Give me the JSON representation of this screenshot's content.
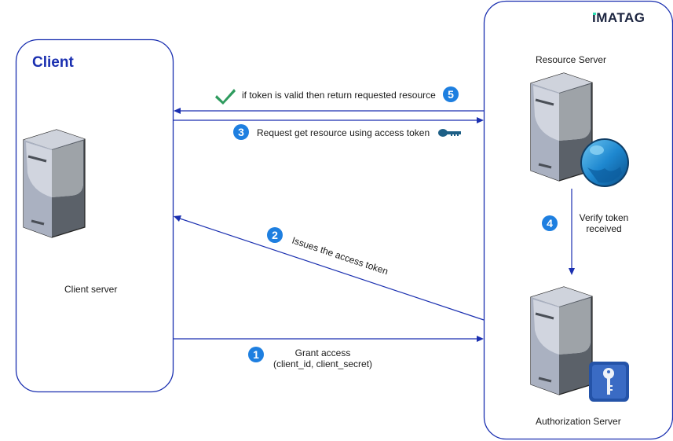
{
  "logo": {
    "text": "IMATAG",
    "accent_color": "#2ee0b4"
  },
  "containers": {
    "client": {
      "title": "Client"
    },
    "servers": {}
  },
  "nodes": {
    "client_server": {
      "label": "Client server",
      "icon": "server-icon"
    },
    "resource_server": {
      "label": "Resource Server",
      "icon": "server-icon",
      "badge_icon": "globe-icon"
    },
    "authorization_server": {
      "label": "Authorization Server",
      "icon": "server-icon",
      "badge_icon": "key-badge-icon"
    }
  },
  "steps": [
    {
      "number": "1",
      "label_line1": "Grant access",
      "label_line2": "(client_id, client_secret)",
      "direction": "client → authorization server"
    },
    {
      "number": "2",
      "label": "Issues the access token",
      "direction": "authorization server → client"
    },
    {
      "number": "3",
      "label": "Request get resource using access token",
      "icon": "key-icon",
      "direction": "client → resource server"
    },
    {
      "number": "4",
      "label_line1": "Verify token",
      "label_line2": "received",
      "direction": "resource server → authorization server"
    },
    {
      "number": "5",
      "label": "if token is valid then return requested resource",
      "icon": "checkmark-icon",
      "direction": "resource server → client"
    }
  ],
  "colors": {
    "edge": "#1a2fb0",
    "step_badge": "#1e7fe0",
    "checkmark": "#2e9b5e",
    "key": "#1d5f86"
  }
}
